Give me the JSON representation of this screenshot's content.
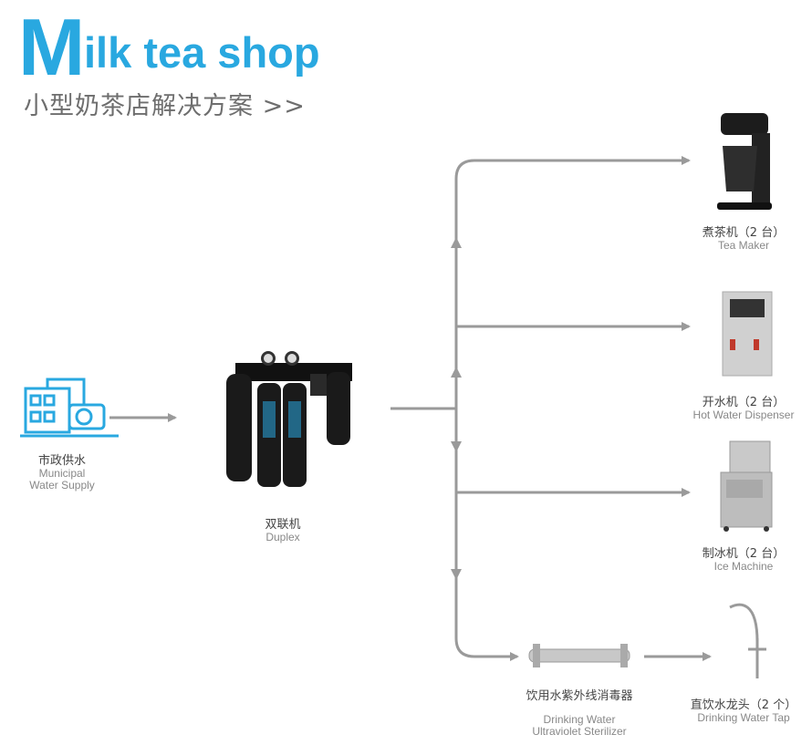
{
  "header": {
    "title_initial": "M",
    "title_rest": "ilk tea shop",
    "subtitle": "小型奶茶店解决方案 >>"
  },
  "colors": {
    "accent": "#29a8e0",
    "flow_line": "#9a9a9a"
  },
  "nodes": {
    "source": {
      "cn": "市政供水",
      "en_1": "Municipal",
      "en_2": "Water Supply",
      "icon": "building-pump-icon"
    },
    "duplex": {
      "cn": "双联机",
      "en": "Duplex",
      "icon": "filter-system-icon"
    },
    "tea_maker": {
      "cn": "煮茶机（2 台）",
      "en": "Tea Maker",
      "icon": "coffee-maker-icon"
    },
    "hot_water": {
      "cn": "开水机（2 台）",
      "en": "Hot Water Dispenser",
      "icon": "water-boiler-icon"
    },
    "ice_machine": {
      "cn": "制冰机（2 台）",
      "en": "Ice Machine",
      "icon": "ice-machine-icon"
    },
    "uv_sterilizer": {
      "cn": "饮用水紫外线消毒器",
      "en_1": "Drinking Water",
      "en_2": "Ultraviolet Sterilizer",
      "icon": "uv-sterilizer-icon"
    },
    "tap": {
      "cn": "直饮水龙头（2 个）",
      "en": "Drinking Water Tap",
      "icon": "faucet-icon"
    }
  }
}
